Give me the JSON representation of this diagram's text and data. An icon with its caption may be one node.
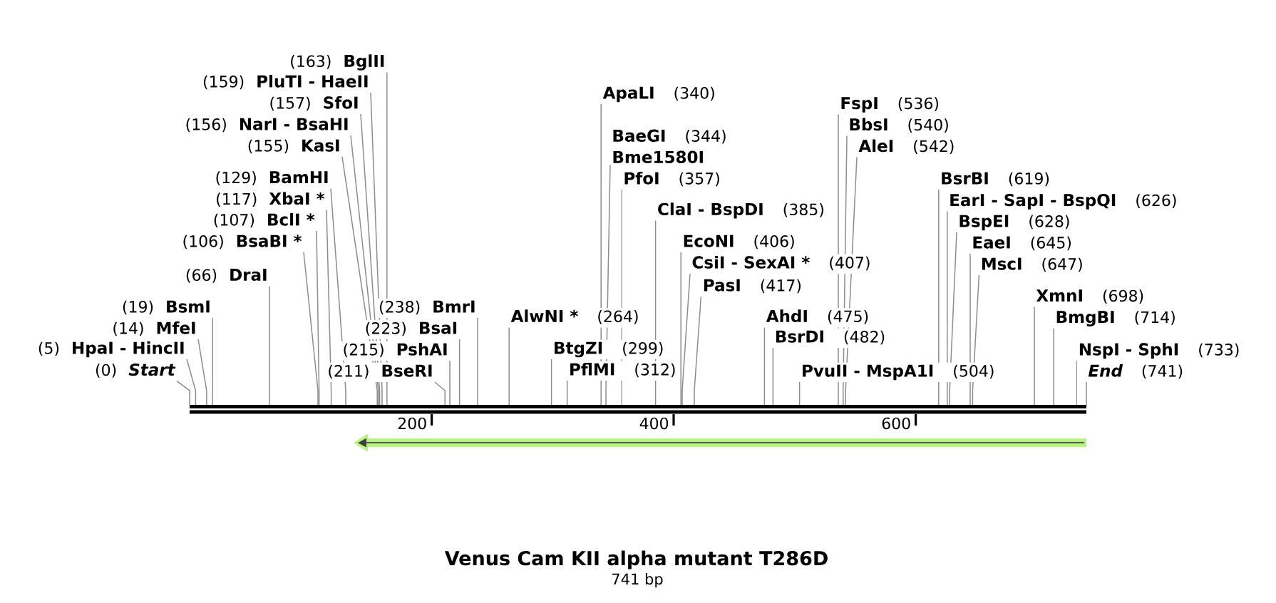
{
  "diagram": {
    "title": "Venus Cam KII alpha mutant T286D",
    "caption": "741 bp",
    "nodes": [
      {
        "text": [
          "(163)",
          "BglII"
        ]
      },
      {
        "text": [
          "(159)",
          "PluTI - HaeII"
        ]
      },
      {
        "text": [
          "ApaLI",
          "(340)"
        ]
      },
      {
        "text": [
          "(157)",
          "SfoI"
        ]
      },
      {
        "text": [
          "FspI",
          "(536)"
        ]
      },
      {
        "text": [
          "(156)",
          "NarI - BsaHI"
        ]
      },
      {
        "text": [
          "BbsI",
          "(540)"
        ]
      },
      {
        "text": [
          "BaeGI",
          "(344)",
          "Bme1580I"
        ]
      },
      {
        "text": [
          "(155)",
          "KasI"
        ]
      },
      {
        "text": [
          "AleI",
          "(542)"
        ]
      },
      {
        "text": [
          "(129)",
          "BamHI"
        ]
      },
      {
        "text": [
          "PfoI",
          "(357)"
        ]
      },
      {
        "text": [
          "BsrBI",
          "(619)"
        ]
      },
      {
        "text": [
          "(117)",
          "XbaI *"
        ]
      },
      {
        "text": [
          "EarI - SapI - BspQI",
          "(626)"
        ]
      },
      {
        "text": [
          "ClaI - BspDI",
          "(385)"
        ]
      },
      {
        "text": [
          "(107)",
          "BclI *"
        ]
      },
      {
        "text": [
          "BspEI",
          "(628)"
        ]
      },
      {
        "text": [
          "(106)",
          "BsaBI *"
        ]
      },
      {
        "text": [
          "EcoNI",
          "(406)"
        ]
      },
      {
        "text": [
          "EaeI",
          "(645)"
        ]
      },
      {
        "text": [
          "CsiI - SexAI *",
          "(407)"
        ]
      },
      {
        "text": [
          "MscI",
          "(647)"
        ]
      },
      {
        "text": [
          "(66)",
          "DraI"
        ]
      },
      {
        "text": [
          "PasI",
          "(417)"
        ]
      },
      {
        "text": [
          "XmnI",
          "(698)"
        ]
      },
      {
        "text": [
          "(19)",
          "BsmI"
        ]
      },
      {
        "text": [
          "(238)",
          "BmrI"
        ]
      },
      {
        "text": [
          "AlwNI *",
          "(264)"
        ]
      },
      {
        "text": [
          "AhdI",
          "(475)"
        ]
      },
      {
        "text": [
          "BmgBI",
          "(714)"
        ]
      },
      {
        "text": [
          "(14)",
          "MfeI"
        ]
      },
      {
        "text": [
          "(223)",
          "BsaI"
        ]
      },
      {
        "text": [
          "BsrDI",
          "(482)"
        ]
      },
      {
        "text": [
          "(5)",
          "HpaI - HincII"
        ]
      },
      {
        "text": [
          "(215)",
          "PshAI"
        ]
      },
      {
        "text": [
          "BtgZI",
          "(299)"
        ]
      },
      {
        "text": [
          "NspI - SphI",
          "(733)"
        ]
      },
      {
        "text": [
          "(0)",
          "Start"
        ]
      },
      {
        "text": [
          "(211)",
          "BseRI"
        ]
      },
      {
        "text": [
          "PflMI",
          "(312)"
        ]
      },
      {
        "text": [
          "PvuII - MspA1I",
          "(504)"
        ]
      },
      {
        "text": [
          "End",
          "(741)"
        ]
      },
      {
        "text": [],
        "shape": "bar"
      }
    ],
    "edges": [
      {
        "from": 0,
        "to": 43,
        "arrow": "none"
      },
      {
        "from": 1,
        "to": 43,
        "arrow": "none"
      },
      {
        "from": 2,
        "to": 43,
        "arrow": "none"
      },
      {
        "from": 3,
        "to": 43,
        "arrow": "none"
      },
      {
        "from": 4,
        "to": 43,
        "arrow": "none"
      },
      {
        "from": 5,
        "to": 43,
        "arrow": "none"
      },
      {
        "from": 6,
        "to": 43,
        "arrow": "none"
      },
      {
        "from": 7,
        "to": 43,
        "arrow": "none"
      },
      {
        "from": 8,
        "to": 43,
        "arrow": "none"
      },
      {
        "from": 9,
        "to": 43,
        "arrow": "none"
      },
      {
        "from": 10,
        "to": 43,
        "arrow": "none"
      },
      {
        "from": 11,
        "to": 43,
        "arrow": "none"
      },
      {
        "from": 12,
        "to": 43,
        "arrow": "none"
      },
      {
        "from": 13,
        "to": 43,
        "arrow": "none"
      },
      {
        "from": 14,
        "to": 43,
        "arrow": "none"
      },
      {
        "from": 15,
        "to": 43,
        "arrow": "none"
      },
      {
        "from": 16,
        "to": 43,
        "arrow": "none"
      },
      {
        "from": 17,
        "to": 43,
        "arrow": "none"
      },
      {
        "from": 18,
        "to": 43,
        "arrow": "none"
      },
      {
        "from": 19,
        "to": 43,
        "arrow": "none"
      },
      {
        "from": 20,
        "to": 43,
        "arrow": "none"
      },
      {
        "from": 21,
        "to": 43,
        "arrow": "none"
      },
      {
        "from": 22,
        "to": 43,
        "arrow": "none"
      },
      {
        "from": 23,
        "to": 43,
        "arrow": "none"
      },
      {
        "from": 24,
        "to": 43,
        "arrow": "none"
      },
      {
        "from": 25,
        "to": 43,
        "arrow": "none"
      },
      {
        "from": 26,
        "to": 43,
        "arrow": "none"
      },
      {
        "from": 27,
        "to": 43,
        "arrow": "none"
      },
      {
        "from": 28,
        "to": 43,
        "arrow": "none"
      },
      {
        "from": 29,
        "to": 43,
        "arrow": "none"
      },
      {
        "from": 30,
        "to": 43,
        "arrow": "none"
      },
      {
        "from": 31,
        "to": 43,
        "arrow": "none"
      },
      {
        "from": 32,
        "to": 43,
        "arrow": "none"
      },
      {
        "from": 33,
        "to": 43,
        "arrow": "none"
      },
      {
        "from": 34,
        "to": 43,
        "arrow": "none"
      },
      {
        "from": 35,
        "to": 43,
        "arrow": "none"
      },
      {
        "from": 36,
        "to": 43,
        "arrow": "none"
      },
      {
        "from": 37,
        "to": 43,
        "arrow": "none"
      },
      {
        "from": 38,
        "to": 43,
        "arrow": "none"
      },
      {
        "from": 39,
        "to": 43,
        "arrow": "none"
      },
      {
        "from": 40,
        "to": 43,
        "arrow": "none"
      },
      {
        "from": 41,
        "to": 43,
        "arrow": "none"
      },
      {
        "from": 42,
        "to": 43,
        "arrow": "none"
      }
    ],
    "labels": [
      "200",
      "400",
      "600"
    ]
  }
}
